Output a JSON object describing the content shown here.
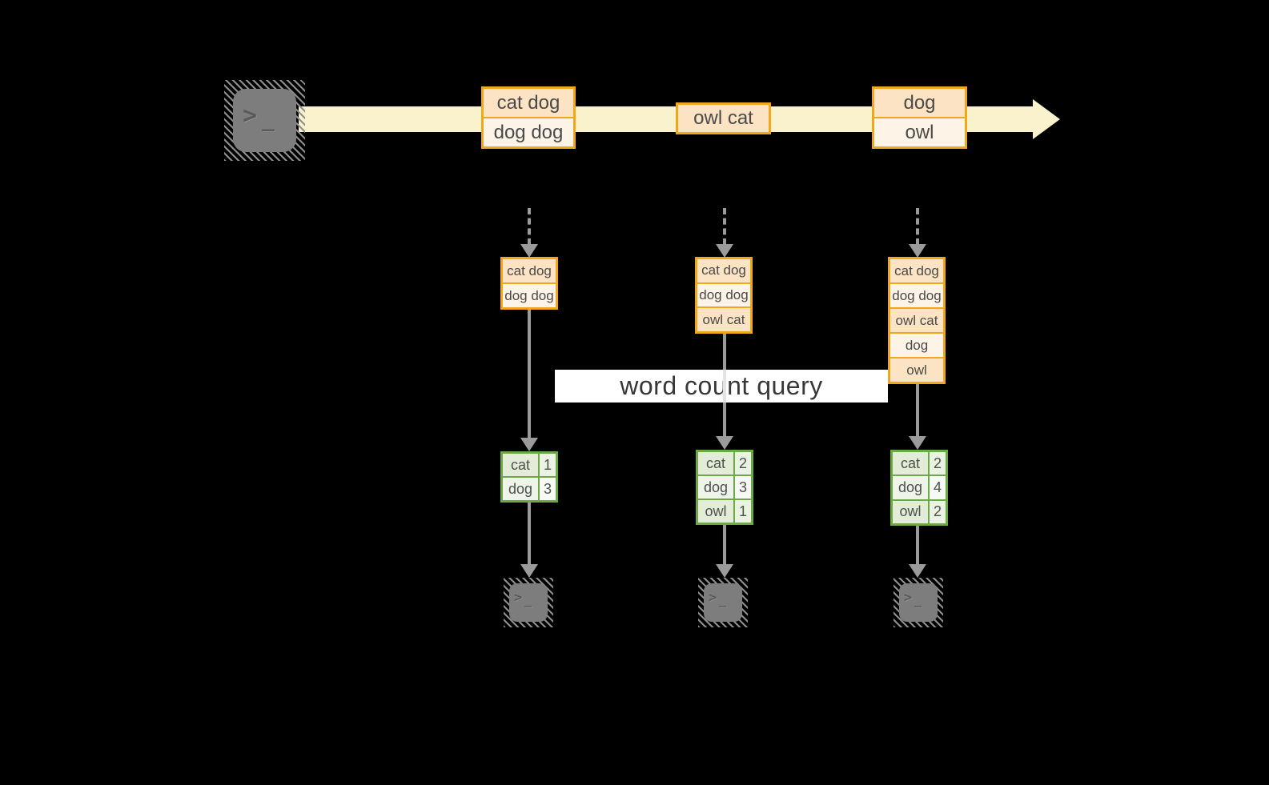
{
  "query_label": "word count query",
  "icons": {
    "prompt_arrow": ">",
    "prompt_underscore": "_"
  },
  "stream": {
    "batches": [
      {
        "lines": [
          "cat dog",
          "dog dog"
        ]
      },
      {
        "lines": [
          "owl cat"
        ]
      },
      {
        "lines": [
          "dog",
          "owl"
        ]
      }
    ]
  },
  "columns": [
    {
      "state_lines": [
        "cat dog",
        "dog dog"
      ],
      "counts": [
        {
          "word": "cat",
          "count": "1"
        },
        {
          "word": "dog",
          "count": "3"
        }
      ]
    },
    {
      "state_lines": [
        "cat dog",
        "dog dog",
        "owl cat"
      ],
      "counts": [
        {
          "word": "cat",
          "count": "2"
        },
        {
          "word": "dog",
          "count": "3"
        },
        {
          "word": "owl",
          "count": "1"
        }
      ]
    },
    {
      "state_lines": [
        "cat dog",
        "dog dog",
        "owl cat",
        "dog",
        "owl"
      ],
      "counts": [
        {
          "word": "cat",
          "count": "2"
        },
        {
          "word": "dog",
          "count": "4"
        },
        {
          "word": "owl",
          "count": "2"
        }
      ]
    }
  ],
  "colors": {
    "background": "#000000",
    "stream_band": "#faf1cd",
    "orange_border": "#f0a71c",
    "peach_fill": "#fbe3c3",
    "cream_fill": "#fdf3e7",
    "green_border": "#6ca845",
    "green_cell": "#e2ecd6",
    "green_cell_light": "#f7faf4",
    "arrow_gray": "#9b9b9b",
    "terminal_gray": "#7d7d7d",
    "label_bg": "#ffffff",
    "text_dark": "#4a4a4a"
  }
}
